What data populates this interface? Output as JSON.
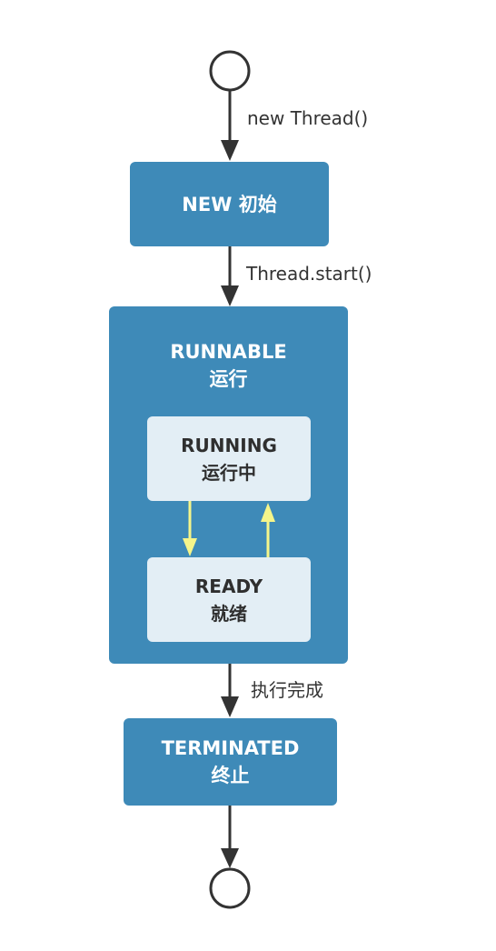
{
  "nodes": {
    "new": {
      "line1": "NEW 初始"
    },
    "runnable": {
      "line1": "RUNNABLE",
      "line2": "运行"
    },
    "running": {
      "line1": "RUNNING",
      "line2": "运行中"
    },
    "ready": {
      "line1": "READY",
      "line2": "就绪"
    },
    "terminated": {
      "line1": "TERMINATED",
      "line2": "终止"
    }
  },
  "edges": {
    "start_to_new": "new Thread()",
    "new_to_runnable": "Thread.start()",
    "runnable_to_terminated": "执行完成"
  },
  "colors": {
    "state_fill": "#3e8ab8",
    "substate_fill": "#e3eef5",
    "arrow": "#333333",
    "inner_arrow": "#f5f58a"
  }
}
